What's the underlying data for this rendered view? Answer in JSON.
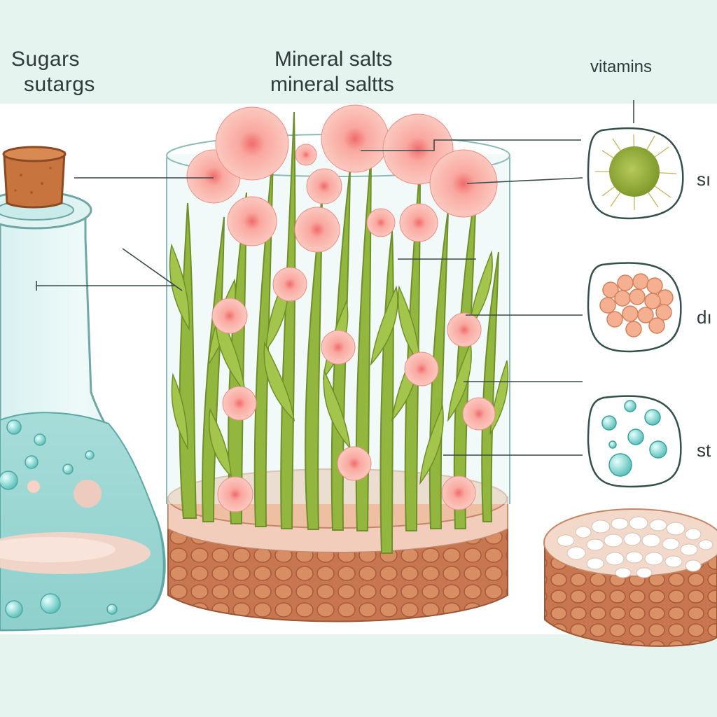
{
  "labels": {
    "sugars_line1": "Sugars",
    "sugars_line2": "sutargs",
    "mineral_line1": "Mineral salts",
    "mineral_line2": "mineral saltts",
    "vitamins": "vitamins",
    "side_top": "sı",
    "side_middle": "dı",
    "side_bottom": "st"
  },
  "colors": {
    "top_band": "#e6f4ef",
    "bottom_band": "#e6f4ef",
    "leaf_green": "#8fb43b",
    "flower_pink": "#f7a9a1",
    "soil_brown": "#c8764f",
    "glass_blue": "#bfe6e4",
    "leader_line": "#3a4a48"
  },
  "icons": {
    "flask": "flask-icon",
    "cork": "cork-icon",
    "culture_jar": "culture-jar-icon",
    "vitamin_cell": "green-cell-icon",
    "mineral_cluster": "orange-cluster-icon",
    "droplets": "teal-droplets-icon",
    "agar_disc": "agar-disc-icon"
  }
}
